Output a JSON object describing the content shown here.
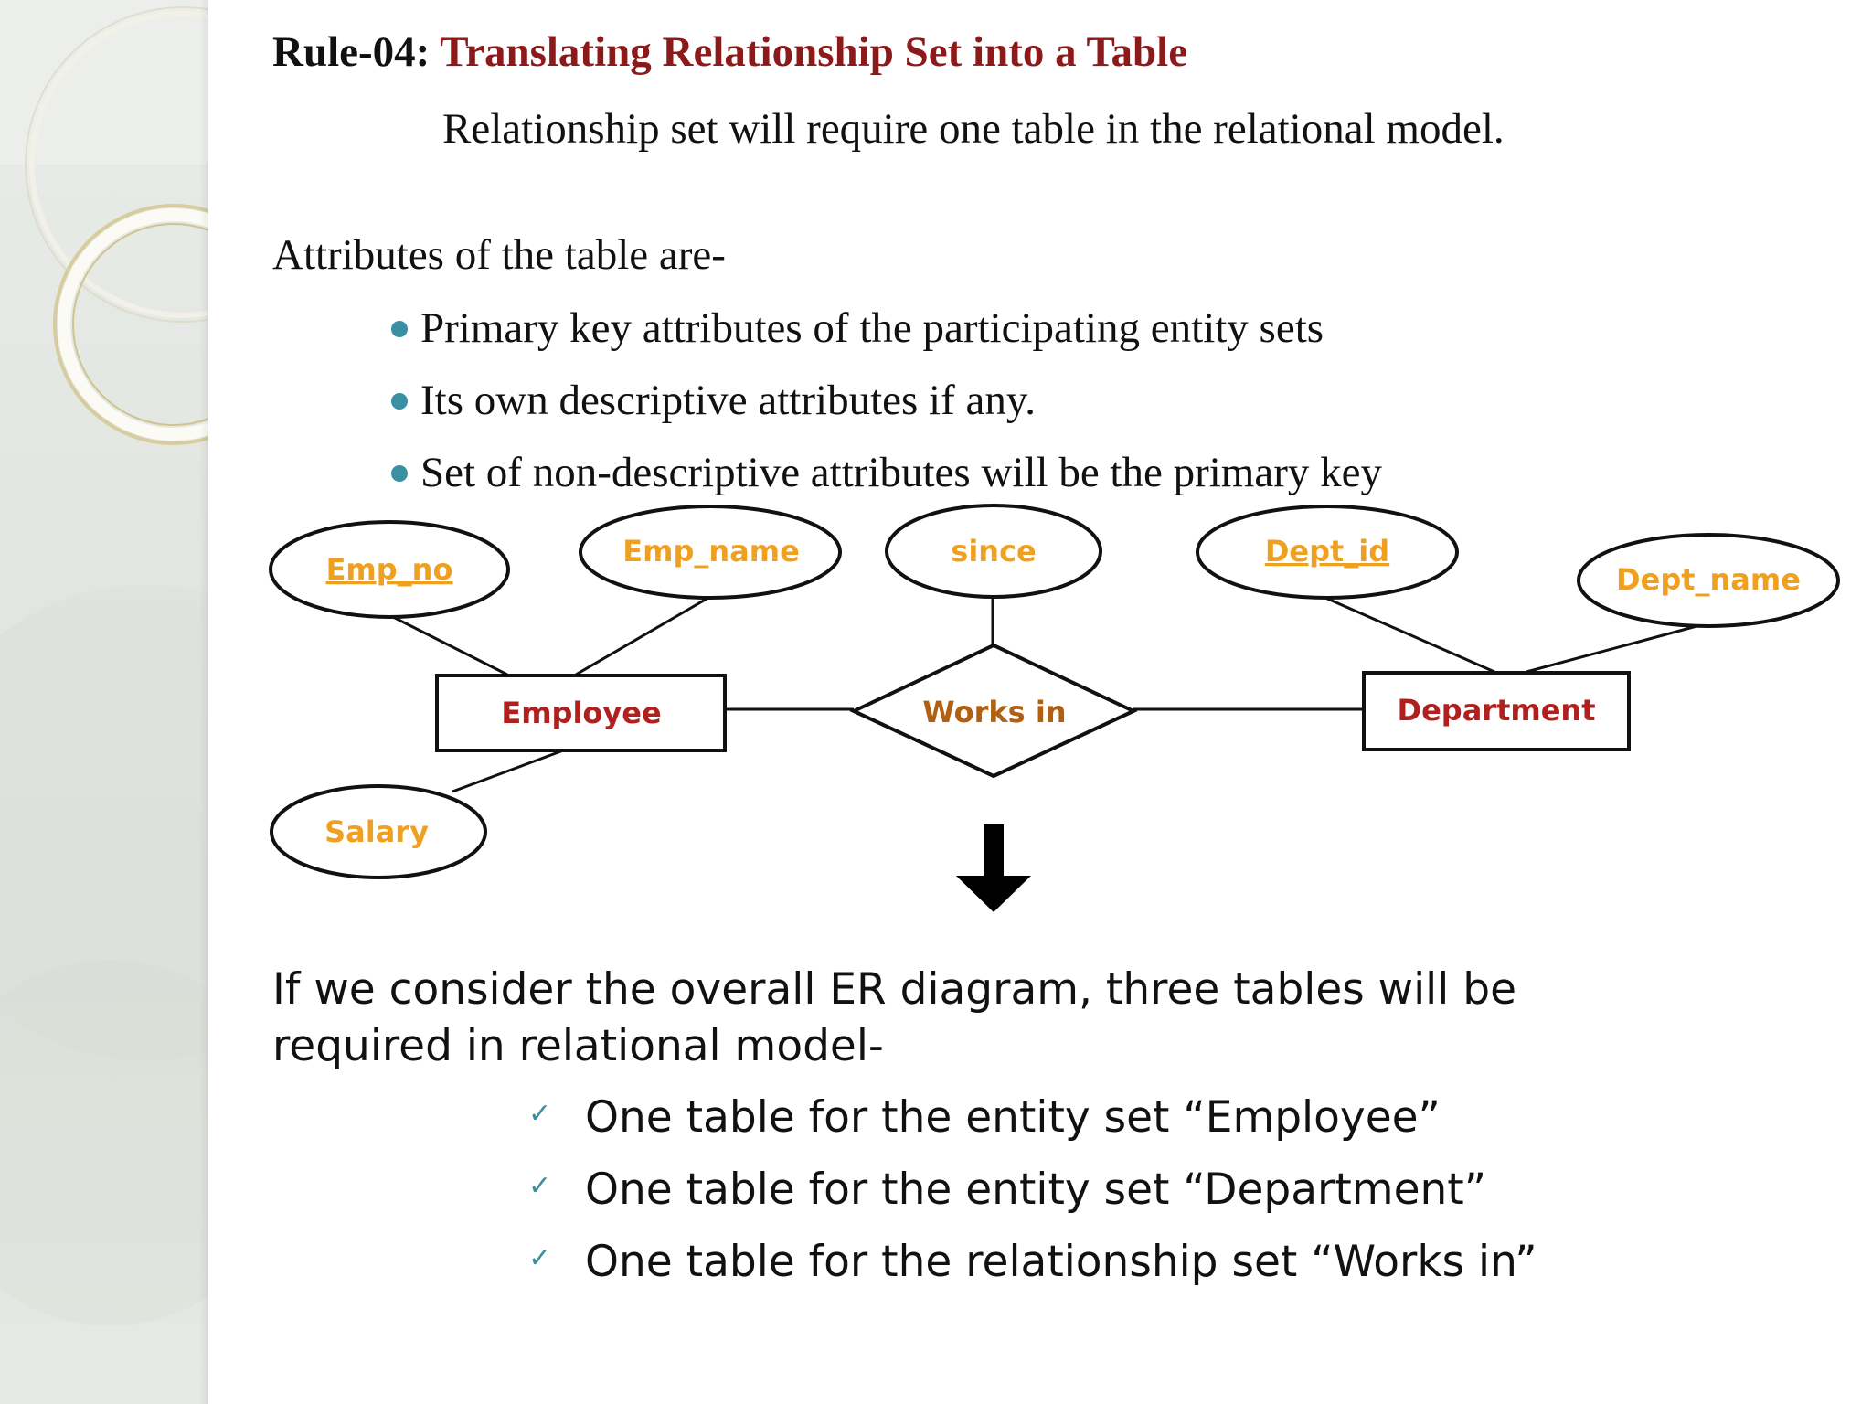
{
  "slide": {
    "title_prefix": "Rule-04:",
    "title_main": "Translating Relationship Set into a Table",
    "indent_paragraph": "Relationship set will require one table in the relational model.",
    "attributes_intro": "Attributes of the table are-",
    "bullets": [
      "Primary key attributes of the participating entity sets",
      "Its own descriptive attributes if any.",
      "Set of non-descriptive attributes will be the primary key"
    ],
    "consider_paragraph": "If we consider the overall ER diagram, three tables will be required in relational model-",
    "checks": [
      "One table for the entity set “Employee”",
      "One table for the entity set “Department”",
      "One table for the relationship set “Works in”"
    ]
  },
  "diagram": {
    "entities": {
      "employee": "Employee",
      "department": "Department"
    },
    "relationship": "Works in",
    "attributes": {
      "emp_no": "Emp_no",
      "emp_name": "Emp_name",
      "salary": "Salary",
      "since": "since",
      "dept_id": "Dept_id",
      "dept_name": "Dept_name"
    }
  },
  "colors": {
    "title_accent": "#8b1a1a",
    "entity_text": "#b0201e",
    "attribute_text": "#f0a020",
    "bullet": "#3a8fa3"
  },
  "icons": {
    "arrow": "down-arrow-icon",
    "bullet": "bullet-dot-icon",
    "check": "check-mark-icon"
  }
}
